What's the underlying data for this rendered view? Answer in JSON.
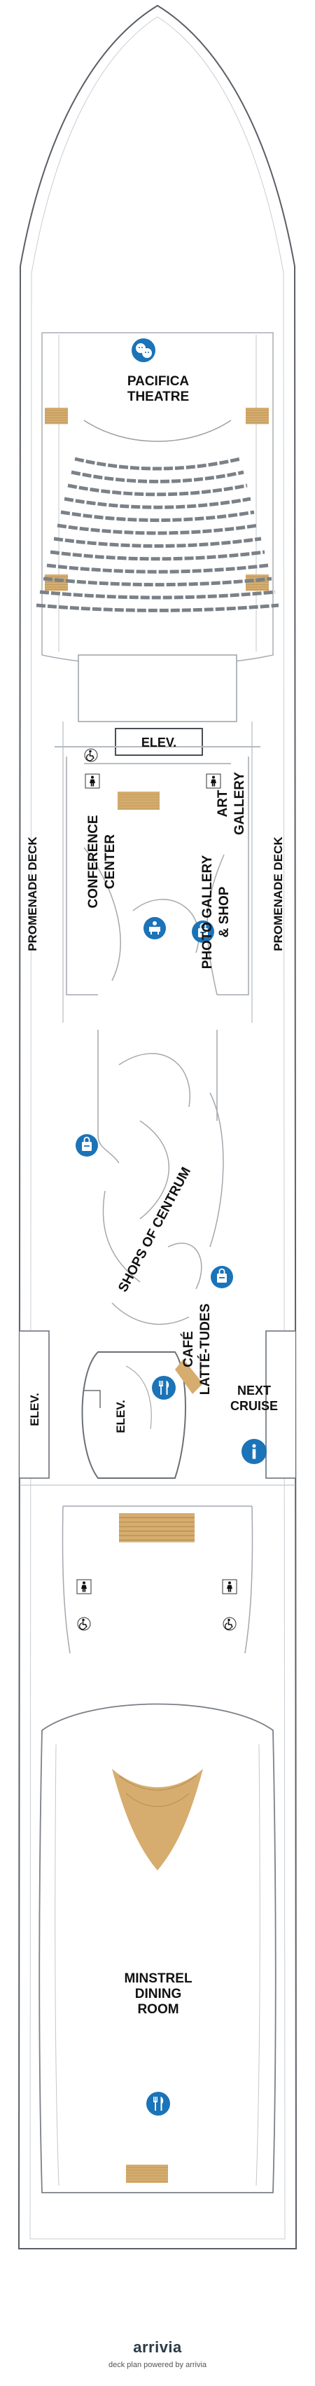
{
  "deck_plan": {
    "labels": {
      "theatre": "PACIFICA\nTHEATRE",
      "elev_top": "ELEV.",
      "conference": "CONFERENCE\nCENTER",
      "art_gallery": "ART\nGALLERY",
      "photo_gallery": "PHOTO GALLERY\n& SHOP",
      "promenade_left": "PROMENADE DECK",
      "promenade_right": "PROMENADE DECK",
      "shops": "SHOPS OF CENTRUM",
      "cafe": "CAFÉ\nLATTÉ-TUDES",
      "elev_left": "ELEV.",
      "elev_center": "ELEV.",
      "next_cruise": "NEXT\nCRUISE",
      "dining": "MINSTREL\nDINING\nROOM"
    },
    "icons": {
      "theatre": "theatre-masks-icon",
      "accessible": "wheelchair-icon",
      "restroom": "restroom-icon",
      "conference": "conference-icon",
      "shop": "shopping-bag-icon",
      "dining": "fork-knife-icon",
      "info": "information-icon"
    },
    "colors": {
      "icon_blue": "#1b73b8",
      "stairs": "#d6ad6e",
      "walls": "#b5bac0",
      "fill": "#ffffff"
    }
  },
  "footer": {
    "logo": "arrivia",
    "powered_by": "deck plan powered by arrivia"
  }
}
